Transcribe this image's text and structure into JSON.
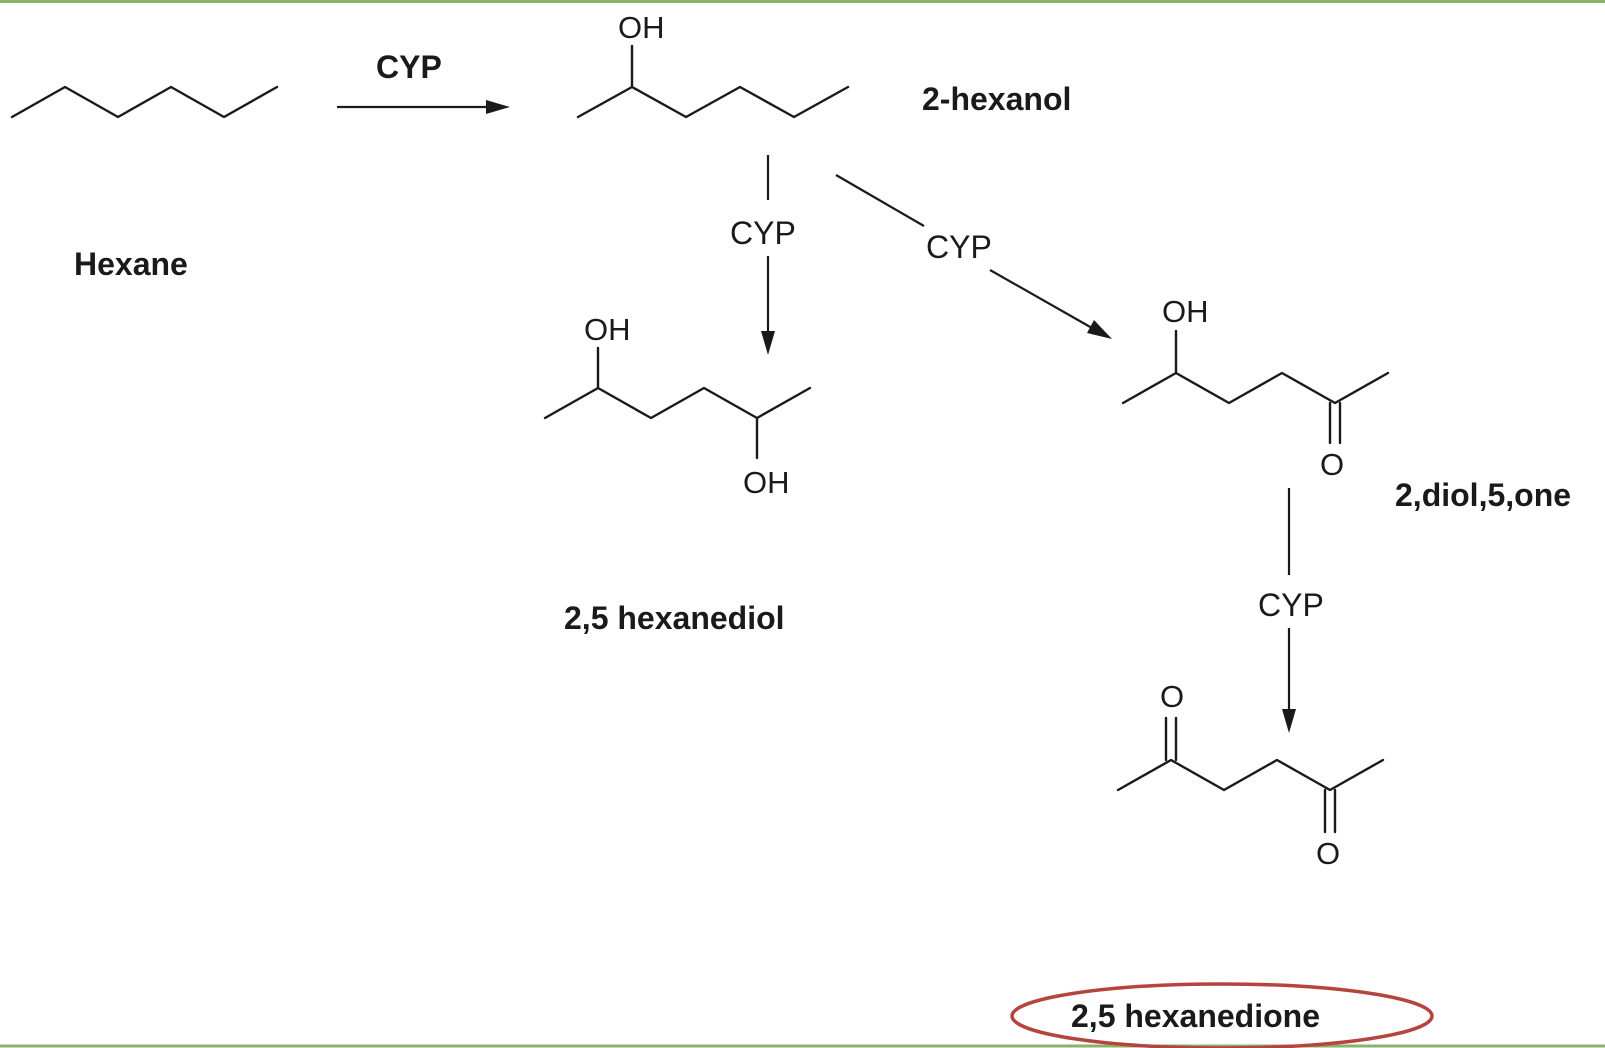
{
  "accent_colors": {
    "frame": "#8bb26a",
    "highlight": "#b5443f",
    "ink": "#1a1a1a"
  },
  "enzymes": {
    "step1": "CYP",
    "step2": "CYP",
    "step3": "CYP",
    "step4": "CYP"
  },
  "compounds": {
    "hexane": {
      "name": "Hexane"
    },
    "hexanol": {
      "name": "2-hexanol",
      "atom_oh": "OH"
    },
    "hexanediol": {
      "name": "2,5 hexanediol",
      "atom_oh_top": "OH",
      "atom_oh_bottom": "OH"
    },
    "diolone": {
      "name": "2,diol,5,one",
      "atom_oh": "OH",
      "atom_o": "O"
    },
    "hexanedione": {
      "name": "2,5 hexanedione",
      "atom_o_top": "O",
      "atom_o_bottom": "O",
      "highlighted": true
    }
  }
}
